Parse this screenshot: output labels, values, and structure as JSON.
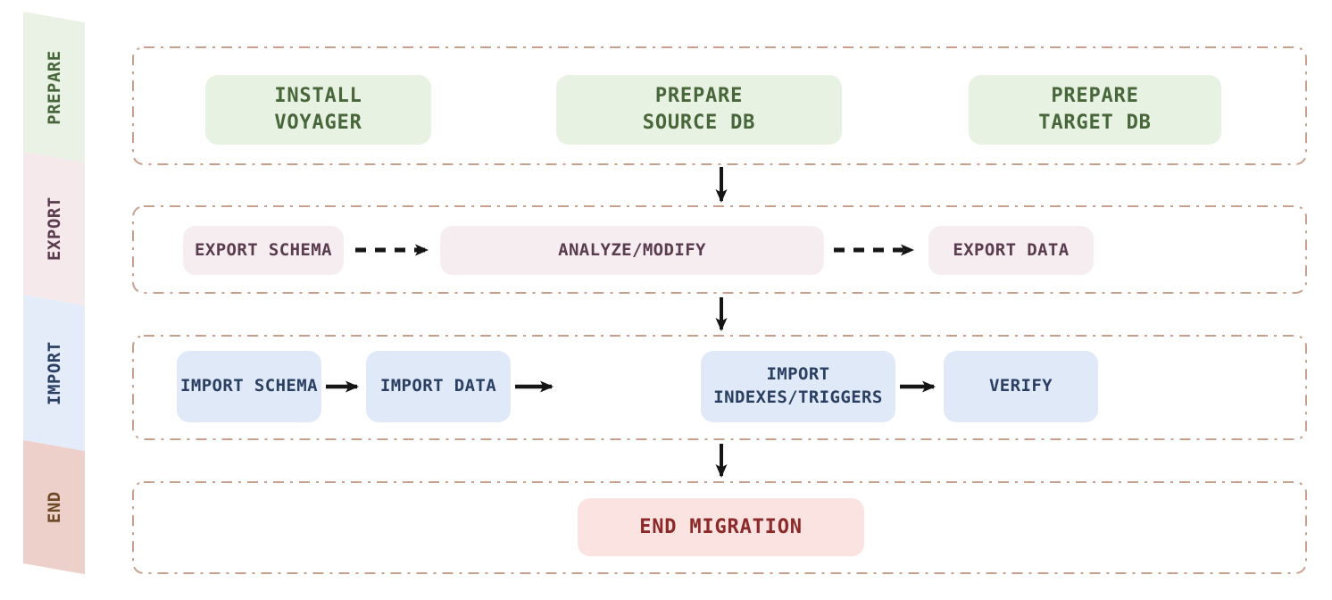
{
  "palette": {
    "dashed_frame": "#c6a08c",
    "arrow": "#151515",
    "prepare_box_bg": "#e8f2e3",
    "prepare_text": "#47663a",
    "export_box_bg": "#f6edf1",
    "export_text": "#5a3c4e",
    "import_box_bg": "#dfe9f8",
    "import_text": "#2b3f63",
    "end_box_bg": "#fbe3e1",
    "end_text": "#8b2a28",
    "sidebar_prepare_bg": "#eaf2e6",
    "sidebar_export_bg": "#f6e9ec",
    "sidebar_import_bg": "#e4ecf9",
    "sidebar_end_bg": "#edd0c9",
    "sidebar_end_text": "#6e4b26"
  },
  "sidebar": {
    "segments": [
      {
        "label": "PREPARE"
      },
      {
        "label": "EXPORT"
      },
      {
        "label": "IMPORT"
      },
      {
        "label": "END"
      }
    ]
  },
  "flow": {
    "rows": [
      {
        "stage": "PREPARE",
        "nodes": [
          {
            "label": "INSTALL\nVOYAGER"
          },
          {
            "label": "PREPARE\nSOURCE DB"
          },
          {
            "label": "PREPARE\nTARGET DB"
          }
        ]
      },
      {
        "stage": "EXPORT",
        "nodes": [
          {
            "label": "EXPORT SCHEMA"
          },
          {
            "label": "ANALYZE/MODIFY"
          },
          {
            "label": "EXPORT DATA"
          }
        ]
      },
      {
        "stage": "IMPORT",
        "nodes": [
          {
            "label": "IMPORT SCHEMA"
          },
          {
            "label": "IMPORT DATA"
          },
          {
            "label": "IMPORT\nINDEXES/TRIGGERS"
          },
          {
            "label": "VERIFY"
          }
        ]
      },
      {
        "stage": "END",
        "nodes": [
          {
            "label": "END MIGRATION"
          }
        ]
      }
    ]
  }
}
